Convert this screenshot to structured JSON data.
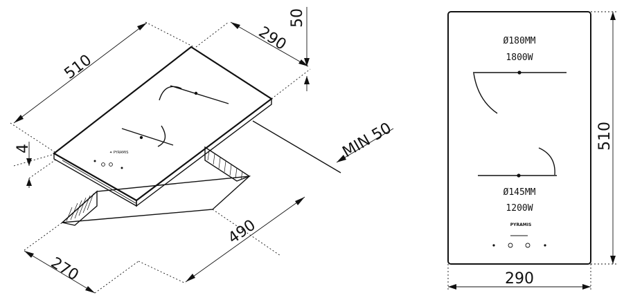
{
  "isometric_view": {
    "dim_length": "510",
    "dim_width": "290",
    "dim_height": "50",
    "dim_thickness": "4",
    "dim_min_clearance": "MIN 50",
    "cutout_length": "490",
    "cutout_width": "270"
  },
  "top_view": {
    "zone_large_diameter": "Ø180MM",
    "zone_large_power": "1800W",
    "zone_small_diameter": "Ø145MM",
    "zone_small_power": "1200W",
    "brand": "PYRAMIS",
    "dim_height": "510",
    "dim_width": "290"
  },
  "colors": {
    "line": "#111111",
    "background": "#ffffff"
  }
}
